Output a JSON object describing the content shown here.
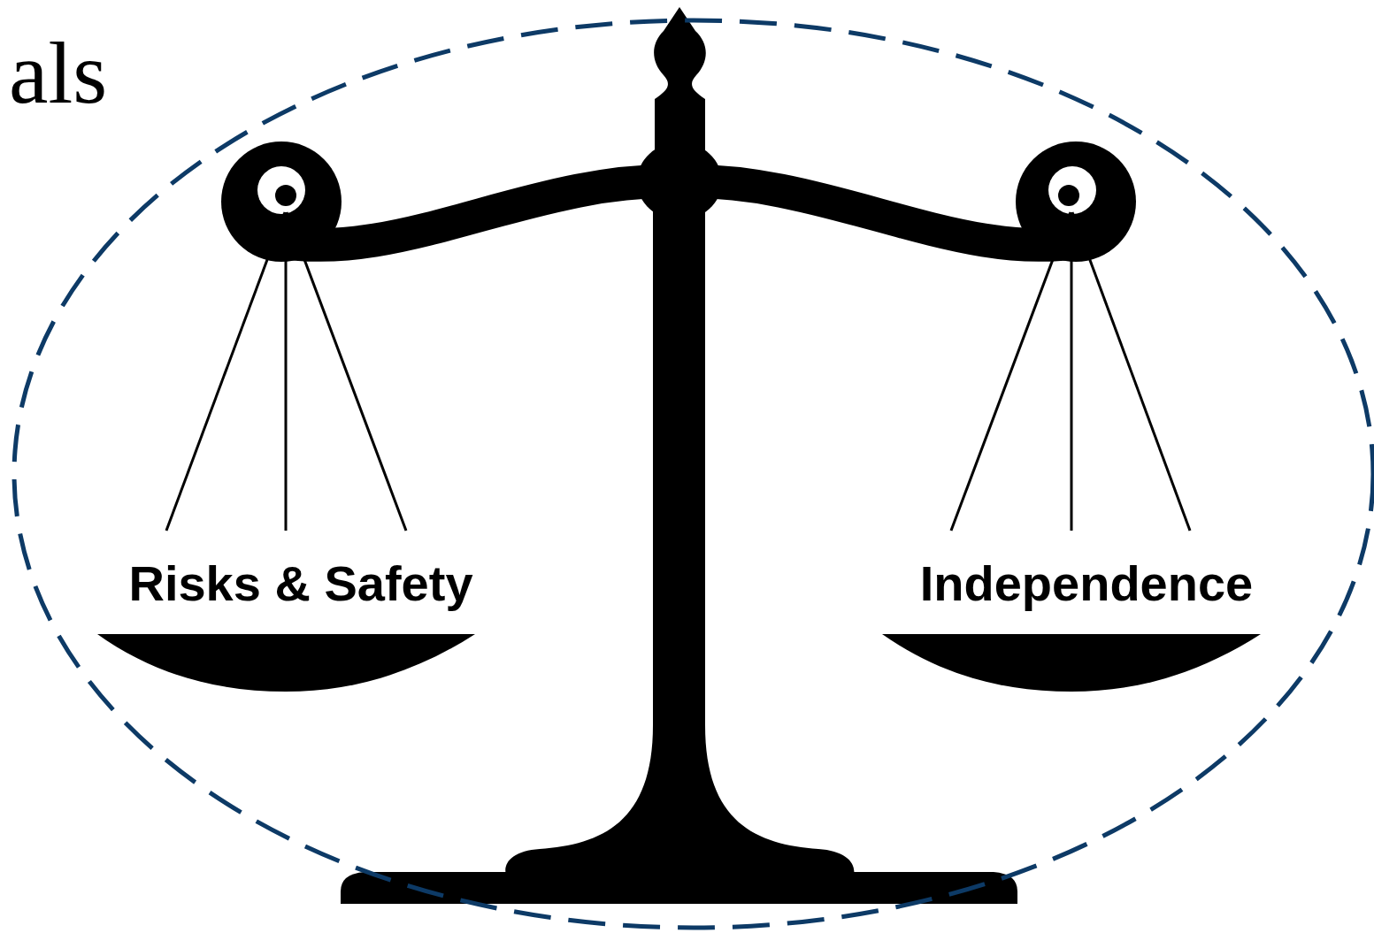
{
  "diagram": {
    "title": "als",
    "labels": [
      "Risks & Safety",
      "Independence"
    ]
  }
}
